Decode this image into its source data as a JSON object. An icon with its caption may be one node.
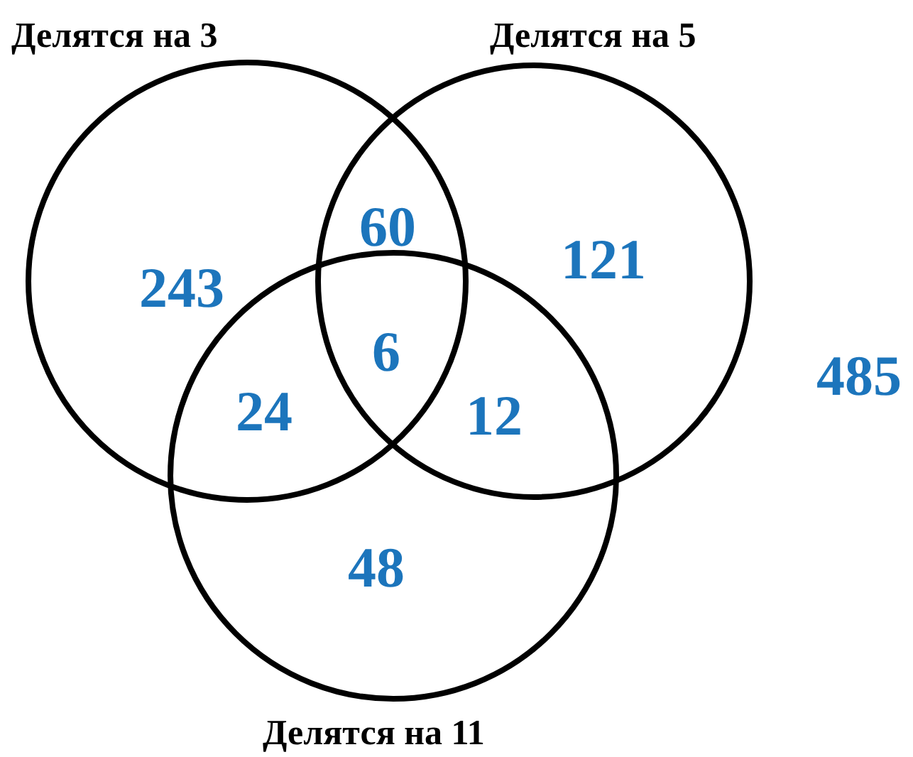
{
  "diagram": {
    "nodes": [
      {
        "text": [
          "Делятся на 3"
        ]
      },
      {
        "text": [
          "Делятся на 5"
        ]
      },
      {
        "text": [
          "Делятся на 11"
        ]
      }
    ],
    "edges": [],
    "labels": [
      "243",
      "60",
      "121",
      "6",
      "24",
      "12",
      "48",
      "485"
    ]
  }
}
